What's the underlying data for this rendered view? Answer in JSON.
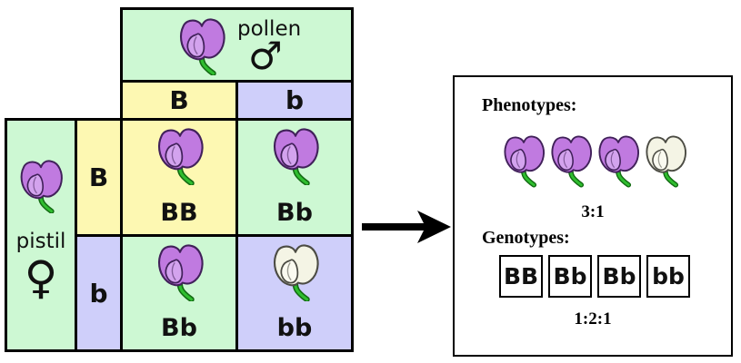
{
  "colors": {
    "green": "#cdf8d3",
    "yellow": "#fdf8b2",
    "lavender": "#cfcffa",
    "border": "#000000",
    "purple_flower": "#c07ae0",
    "white_flower": "#f4f4e5",
    "stem_green": "#2fbe2f"
  },
  "punnett": {
    "pollen_label": "pollen",
    "male_symbol": "♂",
    "pollen_flower": "purple",
    "pistil_label": "pistil",
    "female_symbol": "♀",
    "pistil_flower": "purple",
    "col_headers": [
      {
        "allele": "B"
      },
      {
        "allele": "b"
      }
    ],
    "row_headers": [
      {
        "allele": "B"
      },
      {
        "allele": "b"
      }
    ],
    "cells": [
      {
        "genotype": "BB",
        "flower": "purple",
        "bg": "yellow"
      },
      {
        "genotype": "Bb",
        "flower": "purple",
        "bg": "green"
      },
      {
        "genotype": "Bb",
        "flower": "purple",
        "bg": "green"
      },
      {
        "genotype": "bb",
        "flower": "white",
        "bg": "lavender"
      }
    ]
  },
  "results": {
    "phenotypes_label": "Phenotypes:",
    "phenotype_flowers": [
      "purple",
      "purple",
      "purple",
      "white"
    ],
    "phenotype_ratio": "3:1",
    "genotypes_label": "Genotypes:",
    "genotype_boxes": [
      "BB",
      "Bb",
      "Bb",
      "bb"
    ],
    "genotype_ratio": "1:2:1"
  }
}
